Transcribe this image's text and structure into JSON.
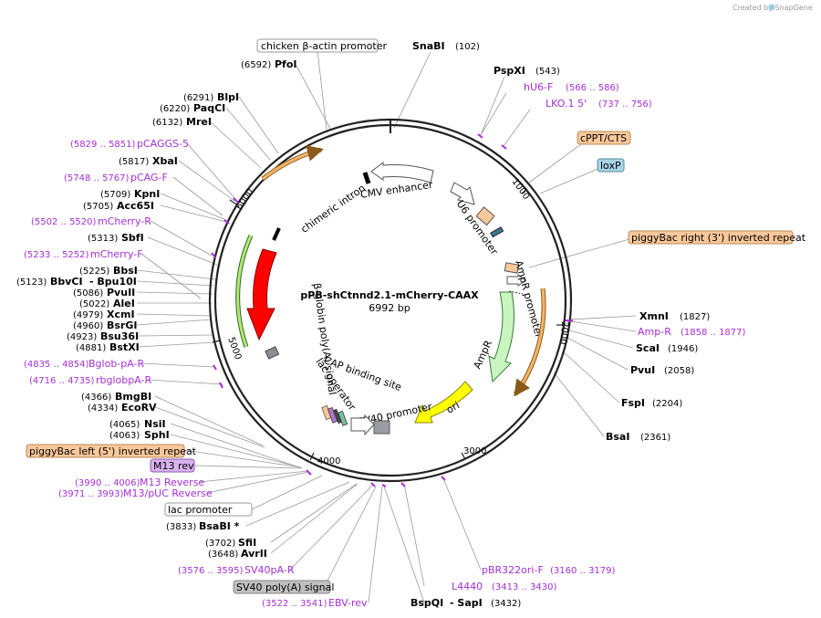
{
  "credit": "Created by SnapGene",
  "plasmid": {
    "name": "pPB-shCtnnd2.1-mCherry-CAAX",
    "length": "6992 bp"
  },
  "ticks": [
    "1000",
    "2000",
    "3000",
    "4000",
    "5000",
    "6000"
  ],
  "sites": {
    "snabi": {
      "name": "SnaBI",
      "pos": "(102)"
    },
    "pspxi": {
      "name": "PspXI",
      "pos": "(543)"
    },
    "xmni": {
      "name": "XmnI",
      "pos": "(1827)"
    },
    "scai": {
      "name": "ScaI",
      "pos": "(1946)"
    },
    "pvui": {
      "name": "PvuI",
      "pos": "(2058)"
    },
    "fspi": {
      "name": "FspI",
      "pos": "(2204)"
    },
    "bsai": {
      "name": "BsaI",
      "pos": "(2361)"
    },
    "bspqi": {
      "name": "BspQI",
      "pos": "(3432)"
    },
    "sapi": {
      "name": "- SapI"
    },
    "avrii": {
      "name": "AvrII",
      "pos": "(3648)"
    },
    "sfii": {
      "name": "SfiI",
      "pos": "(3702)"
    },
    "bsabi": {
      "name": "BsaBI *",
      "pos": "(3833)"
    },
    "sphi": {
      "name": "SphI",
      "pos": "(4063)"
    },
    "nsii": {
      "name": "NsiI",
      "pos": "(4065)"
    },
    "ecorv": {
      "name": "EcoRV",
      "pos": "(4334)"
    },
    "bmgbi": {
      "name": "BmgBI",
      "pos": "(4366)"
    },
    "bstxi": {
      "name": "BstXI",
      "pos": "(4881)"
    },
    "bsu36i": {
      "name": "Bsu36I",
      "pos": "(4923)"
    },
    "bsrgi": {
      "name": "BsrGI",
      "pos": "(4960)"
    },
    "xcmi": {
      "name": "XcmI",
      "pos": "(4979)"
    },
    "alei": {
      "name": "AleI",
      "pos": "(5022)"
    },
    "pvuii": {
      "name": "PvuII",
      "pos": "(5086)"
    },
    "bbvci": {
      "name": "BbvCI",
      "pos": "(5123)"
    },
    "bpu10i": {
      "name": "- Bpu10I"
    },
    "bbsi": {
      "name": "BbsI",
      "pos": "(5225)"
    },
    "sbfi": {
      "name": "SbfI",
      "pos": "(5313)"
    },
    "acc65i": {
      "name": "Acc65I",
      "pos": "(5705)"
    },
    "kpni": {
      "name": "KpnI",
      "pos": "(5709)"
    },
    "xbai": {
      "name": "XbaI",
      "pos": "(5817)"
    },
    "mrei": {
      "name": "MreI",
      "pos": "(6132)"
    },
    "paqci": {
      "name": "PaqCI",
      "pos": "(6220)"
    },
    "blpi": {
      "name": "BlpI",
      "pos": "(6291)"
    },
    "pfoi": {
      "name": "PfoI",
      "pos": "(6592)"
    }
  },
  "primers": {
    "hu6f": {
      "name": "hU6-F",
      "range": "(566 .. 586)"
    },
    "lko1": {
      "name": "LKO.1 5'",
      "range": "(737 .. 756)"
    },
    "ampr": {
      "name": "Amp-R",
      "range": "(1858 .. 1877)"
    },
    "pbr322": {
      "name": "pBR322ori-F",
      "range": "(3160 .. 3179)"
    },
    "l4440": {
      "name": "L4440",
      "range": "(3413 .. 3430)"
    },
    "ebvrev": {
      "name": "EBV-rev",
      "range": "(3522 .. 3541)"
    },
    "sv40par": {
      "name": "SV40pA-R",
      "range": "(3576 .. 3595)"
    },
    "m13pucrev": {
      "name": "M13/pUC Reverse",
      "range": "(3971 .. 3993)"
    },
    "m13reverse": {
      "name": "M13 Reverse",
      "range": "(3990 .. 4006)"
    },
    "rbglobpar": {
      "name": "rbglobpA-R",
      "range": "(4716 .. 4735)"
    },
    "bglobpar": {
      "name": "Bglob-pA-R",
      "range": "(4835 .. 4854)"
    },
    "mcherryf": {
      "name": "mCherry-F",
      "range": "(5233 .. 5252)"
    },
    "mcherryr": {
      "name": "mCherry-R",
      "range": "(5502 .. 5520)"
    },
    "pcagf": {
      "name": "pCAG-F",
      "range": "(5748 .. 5767)"
    },
    "pcaggs5": {
      "name": "pCAGGS-5",
      "range": "(5829 .. 5851)"
    }
  },
  "boxes": {
    "chicken": "chicken β-actin promoter",
    "cppt": "cPPT/CTS",
    "loxp": "loxP",
    "pbright": "piggyBac right (3') inverted repeat",
    "pbleft": "piggyBac left (5') inverted repeat",
    "m13rev": "M13 rev",
    "lacpromoter": "lac promoter",
    "sv40polya": "SV40 poly(A) signal"
  },
  "features": {
    "cmv": "CMV enhancer",
    "u6": "U6 promoter",
    "amprpromoter": "AmpR promoter",
    "ampr": "AmpR",
    "ori": "ori",
    "sv40promoter": "SV40 promoter",
    "cap": "CAP binding site",
    "lacop": "lac operator",
    "bglobin": "β-globin poly(A) signal",
    "mcherry": "mCherry",
    "chimeric": "chimeric intron"
  },
  "colors": {
    "ring": "#222222",
    "primer": "#a52fd6",
    "mcherry": "#ff0000",
    "ampr": "#c8f5c0",
    "ori": "#ffff00",
    "orange_box": "#f9c89a",
    "loxp_box": "#a8d4e6",
    "m13_box": "#d9b3f0",
    "gray_box": "#c0c0c0"
  }
}
